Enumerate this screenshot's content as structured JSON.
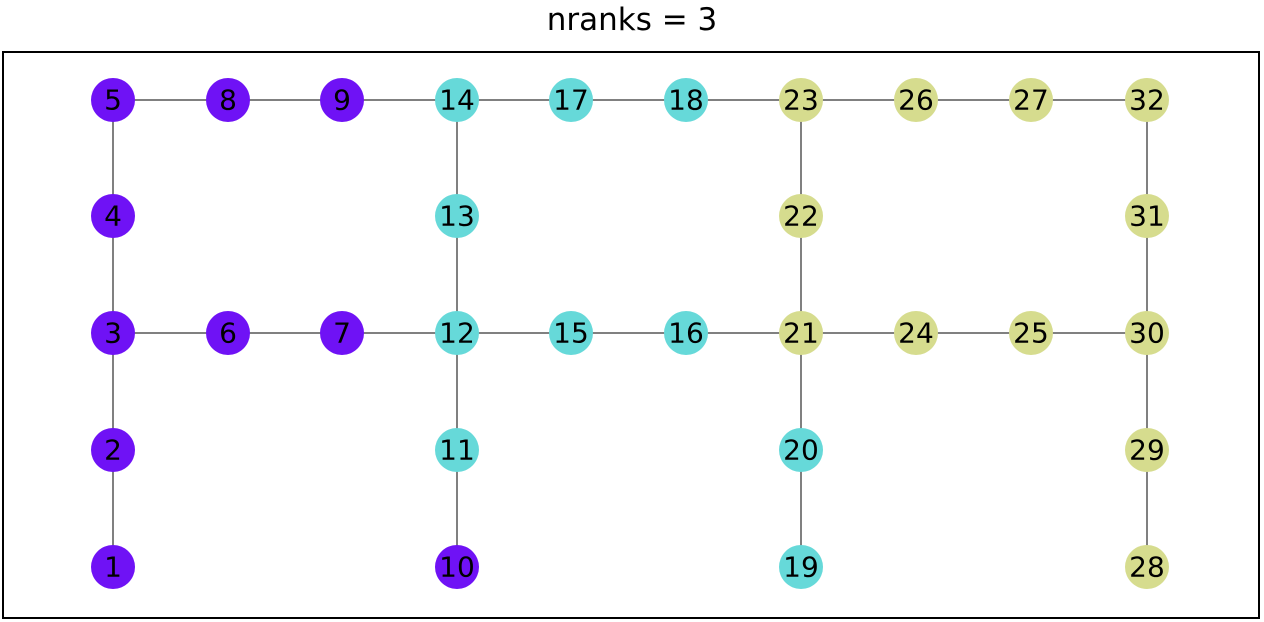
{
  "title": "nranks = 3",
  "colors": {
    "rank0": "#6f12f5",
    "rank1": "#66d9d9",
    "rank2": "#d6dc8e",
    "edge": "#808080",
    "frame": "#000000"
  },
  "nodes": [
    {
      "id": "1",
      "label": "1",
      "rank": 0
    },
    {
      "id": "2",
      "label": "2",
      "rank": 0
    },
    {
      "id": "3",
      "label": "3",
      "rank": 0
    },
    {
      "id": "4",
      "label": "4",
      "rank": 0
    },
    {
      "id": "5",
      "label": "5",
      "rank": 0
    },
    {
      "id": "6",
      "label": "6",
      "rank": 0
    },
    {
      "id": "7",
      "label": "7",
      "rank": 0
    },
    {
      "id": "8",
      "label": "8",
      "rank": 0
    },
    {
      "id": "9",
      "label": "9",
      "rank": 0
    },
    {
      "id": "10",
      "label": "10",
      "rank": 0
    },
    {
      "id": "11",
      "label": "11",
      "rank": 1
    },
    {
      "id": "12",
      "label": "12",
      "rank": 1
    },
    {
      "id": "13",
      "label": "13",
      "rank": 1
    },
    {
      "id": "14",
      "label": "14",
      "rank": 1
    },
    {
      "id": "15",
      "label": "15",
      "rank": 1
    },
    {
      "id": "16",
      "label": "16",
      "rank": 1
    },
    {
      "id": "17",
      "label": "17",
      "rank": 1
    },
    {
      "id": "18",
      "label": "18",
      "rank": 1
    },
    {
      "id": "19",
      "label": "19",
      "rank": 1
    },
    {
      "id": "20",
      "label": "20",
      "rank": 1
    },
    {
      "id": "21",
      "label": "21",
      "rank": 2
    },
    {
      "id": "22",
      "label": "22",
      "rank": 2
    },
    {
      "id": "23",
      "label": "23",
      "rank": 2
    },
    {
      "id": "24",
      "label": "24",
      "rank": 2
    },
    {
      "id": "25",
      "label": "25",
      "rank": 2
    },
    {
      "id": "26",
      "label": "26",
      "rank": 2
    },
    {
      "id": "27",
      "label": "27",
      "rank": 2
    },
    {
      "id": "28",
      "label": "28",
      "rank": 2
    },
    {
      "id": "29",
      "label": "29",
      "rank": 2
    },
    {
      "id": "30",
      "label": "30",
      "rank": 2
    },
    {
      "id": "31",
      "label": "31",
      "rank": 2
    },
    {
      "id": "32",
      "label": "32",
      "rank": 2
    }
  ],
  "edges": [
    [
      "5",
      "8"
    ],
    [
      "8",
      "9"
    ],
    [
      "9",
      "14"
    ],
    [
      "14",
      "17"
    ],
    [
      "17",
      "18"
    ],
    [
      "18",
      "23"
    ],
    [
      "23",
      "26"
    ],
    [
      "26",
      "27"
    ],
    [
      "27",
      "32"
    ],
    [
      "3",
      "6"
    ],
    [
      "6",
      "7"
    ],
    [
      "7",
      "12"
    ],
    [
      "12",
      "15"
    ],
    [
      "15",
      "16"
    ],
    [
      "16",
      "21"
    ],
    [
      "21",
      "24"
    ],
    [
      "24",
      "25"
    ],
    [
      "25",
      "30"
    ],
    [
      "1",
      "2"
    ],
    [
      "2",
      "3"
    ],
    [
      "3",
      "4"
    ],
    [
      "4",
      "5"
    ],
    [
      "10",
      "11"
    ],
    [
      "11",
      "12"
    ],
    [
      "12",
      "13"
    ],
    [
      "13",
      "14"
    ],
    [
      "19",
      "20"
    ],
    [
      "20",
      "21"
    ],
    [
      "21",
      "22"
    ],
    [
      "22",
      "23"
    ],
    [
      "28",
      "29"
    ],
    [
      "29",
      "30"
    ],
    [
      "30",
      "31"
    ],
    [
      "31",
      "32"
    ]
  ]
}
